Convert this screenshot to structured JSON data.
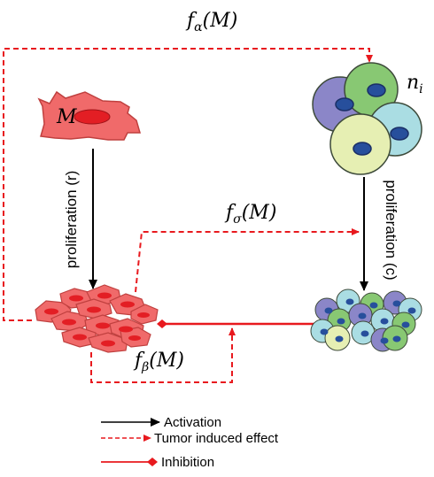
{
  "labels": {
    "f_alpha_fn": "f",
    "f_alpha_sub": "α",
    "f_alpha_arg": "(M)",
    "f_sigma_fn": "f",
    "f_sigma_sub": "σ",
    "f_sigma_arg": "(M)",
    "f_beta_fn": "f",
    "f_beta_sub": "β",
    "f_beta_arg": "(M)",
    "m_cell": "M",
    "n_fn": "n",
    "n_sub": "i",
    "proliferation_r": "proliferation (r)",
    "proliferation_c": "proliferation (c)"
  },
  "legend": {
    "activation": "Activation",
    "tumor_effect": "Tumor induced effect",
    "inhibition": "Inhibition"
  },
  "colors": {
    "activation": "#000000",
    "tumor_effect": "#e8191e",
    "inhibition": "#e8191e",
    "tumor_cell_fill": "#f06a6a",
    "tumor_nucleus": "#e31e24",
    "immune_purple": "#8b86c8",
    "immune_green": "#88c873",
    "immune_yellow": "#e6efb3",
    "immune_cyan": "#aadde3",
    "immune_nucleus": "#274f9c"
  }
}
